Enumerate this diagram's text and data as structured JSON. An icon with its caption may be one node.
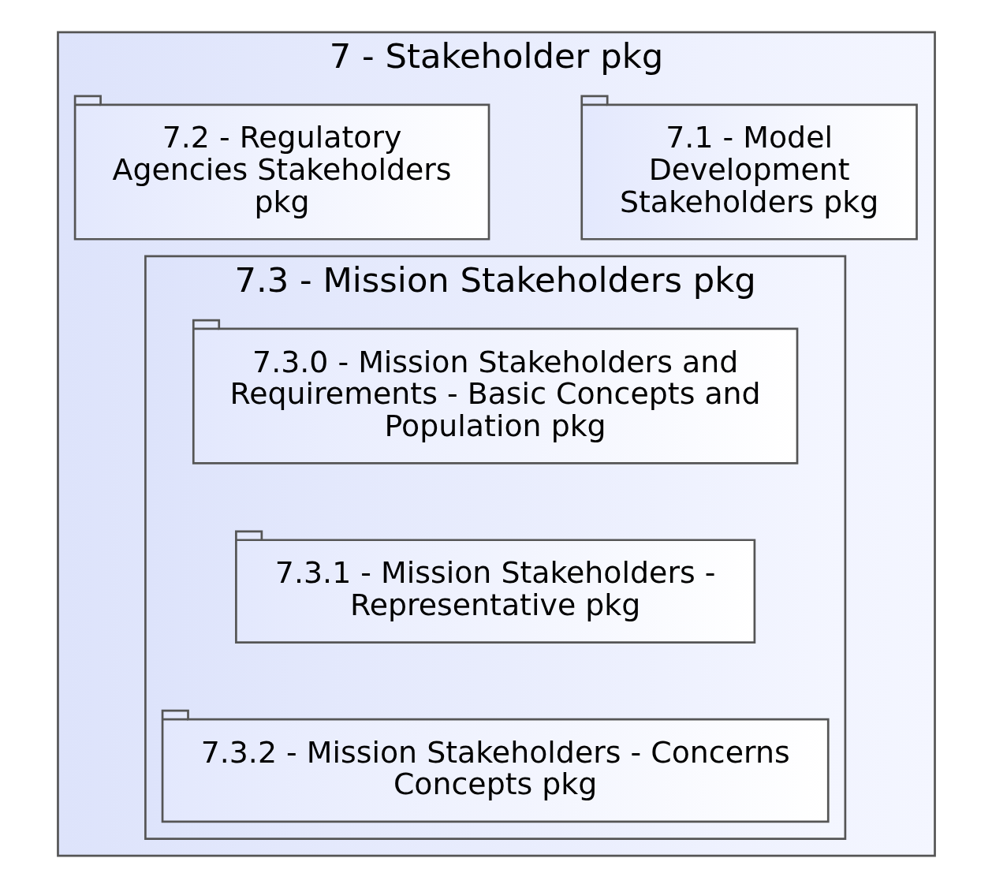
{
  "diagram": {
    "nodes": [
      {
        "text": [
          "7 - Stakeholder pkg"
        ]
      },
      {
        "text": [
          "7.1 - Model Development Stakeholders pkg"
        ],
        "in": 0
      },
      {
        "text": [
          "7.2 - Regulatory Agencies Stakeholders pkg"
        ],
        "in": 0
      },
      {
        "text": [
          "7.3 - Mission Stakeholders pkg"
        ],
        "in": 0
      },
      {
        "text": [
          "7.3.0 - Mission Stakeholders and Requirements - Basic Concepts and Population pkg"
        ],
        "in": 3
      },
      {
        "text": [
          "7.3.1 - Mission Stakeholders - Representative pkg"
        ],
        "in": 3
      },
      {
        "text": [
          "7.3.2 - Mission Stakeholders - Concerns Concepts pkg"
        ],
        "in": 3
      }
    ]
  }
}
